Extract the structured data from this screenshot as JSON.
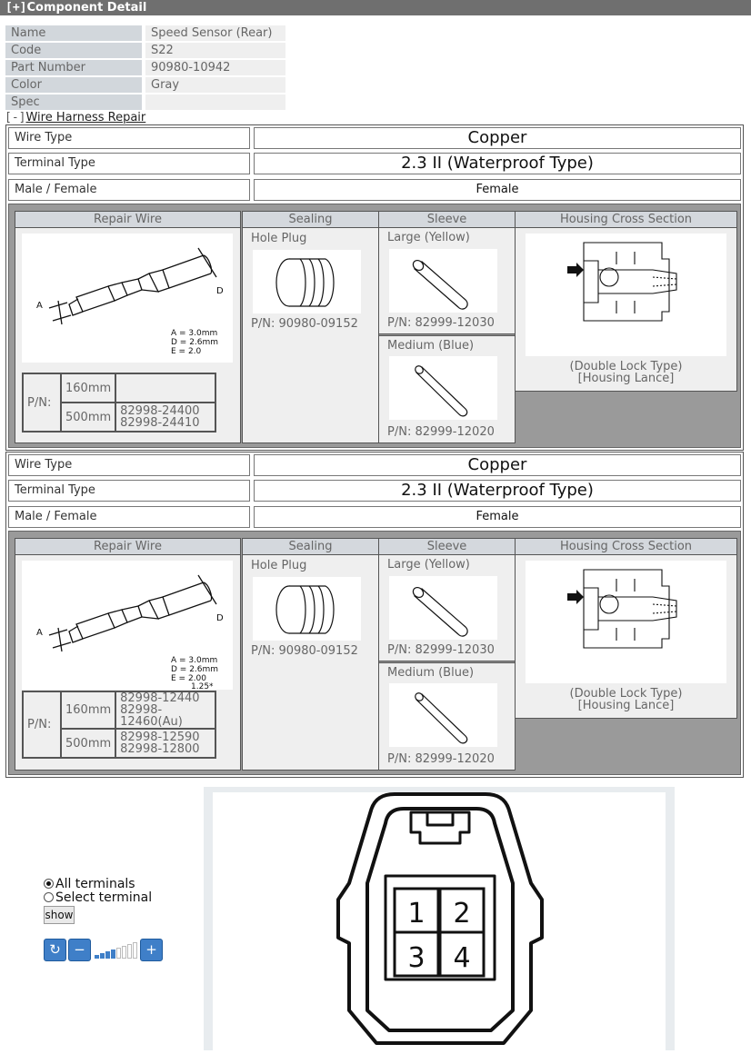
{
  "header": {
    "toggle": "[+]",
    "title": "Component Detail"
  },
  "props": [
    {
      "key": "Name",
      "value": "Speed Sensor (Rear)"
    },
    {
      "key": "Code",
      "value": "S22"
    },
    {
      "key": "Part Number",
      "value": "90980-10942"
    },
    {
      "key": "Color",
      "value": "Gray"
    },
    {
      "key": "Spec",
      "value": ""
    }
  ],
  "wire_harness": {
    "toggle": "[-]",
    "label": "Wire Harness Repair"
  },
  "blocks": [
    {
      "wire_type_label": "Wire Type",
      "wire_type": "Copper",
      "terminal_type_label": "Terminal Type",
      "terminal_type": "2.3 II (Waterproof Type)",
      "mf_label": "Male / Female",
      "mf": "Female",
      "heads": {
        "repair": "Repair Wire",
        "sealing": "Sealing",
        "sleeve": "Sleeve",
        "housing": "Housing Cross Section"
      },
      "dims": [
        "A = 3.0mm",
        "D = 2.6mm",
        "E = 2.0"
      ],
      "pn_label": "P/N:",
      "pn_rows": [
        {
          "len": "160mm",
          "parts": [
            ""
          ]
        },
        {
          "len": "500mm",
          "parts": [
            "82998-24400",
            "82998-24410"
          ]
        }
      ],
      "sealing_label": "Hole Plug",
      "sealing_pn": "P/N: 90980-09152",
      "sleeve_large_label": "Large (Yellow)",
      "sleeve_large_pn": "P/N: 82999-12030",
      "sleeve_medium_label": "Medium (Blue)",
      "sleeve_medium_pn": "P/N: 82999-12020",
      "housing_caption_1": "(Double Lock Type)",
      "housing_caption_2": "[Housing Lance]"
    },
    {
      "wire_type_label": "Wire Type",
      "wire_type": "Copper",
      "terminal_type_label": "Terminal Type",
      "terminal_type": "2.3 II (Waterproof Type)",
      "mf_label": "Male / Female",
      "mf": "Female",
      "heads": {
        "repair": "Repair Wire",
        "sealing": "Sealing",
        "sleeve": "Sleeve",
        "housing": "Housing Cross Section"
      },
      "dims": [
        "A = 3.0mm",
        "D = 2.6mm",
        "E = 2.00",
        "1.25*"
      ],
      "pn_label": "P/N:",
      "pn_rows": [
        {
          "len": "160mm",
          "parts": [
            "82998-12440",
            "82998-12460(Au)"
          ]
        },
        {
          "len": "500mm",
          "parts": [
            "82998-12590",
            "82998-12800"
          ]
        }
      ],
      "sealing_label": "Hole Plug",
      "sealing_pn": "P/N: 90980-09152",
      "sleeve_large_label": "Large (Yellow)",
      "sleeve_large_pn": "P/N: 82999-12030",
      "sleeve_medium_label": "Medium (Blue)",
      "sleeve_medium_pn": "P/N: 82999-12020",
      "housing_caption_1": "(Double Lock Type)",
      "housing_caption_2": "[Housing Lance]"
    }
  ],
  "controls": {
    "all_terminals": "All terminals",
    "select_terminal": "Select terminal",
    "show": "show",
    "zoom_level": 4,
    "zoom_max": 8
  },
  "connector": {
    "terminals": [
      "1",
      "2",
      "3",
      "4"
    ]
  }
}
